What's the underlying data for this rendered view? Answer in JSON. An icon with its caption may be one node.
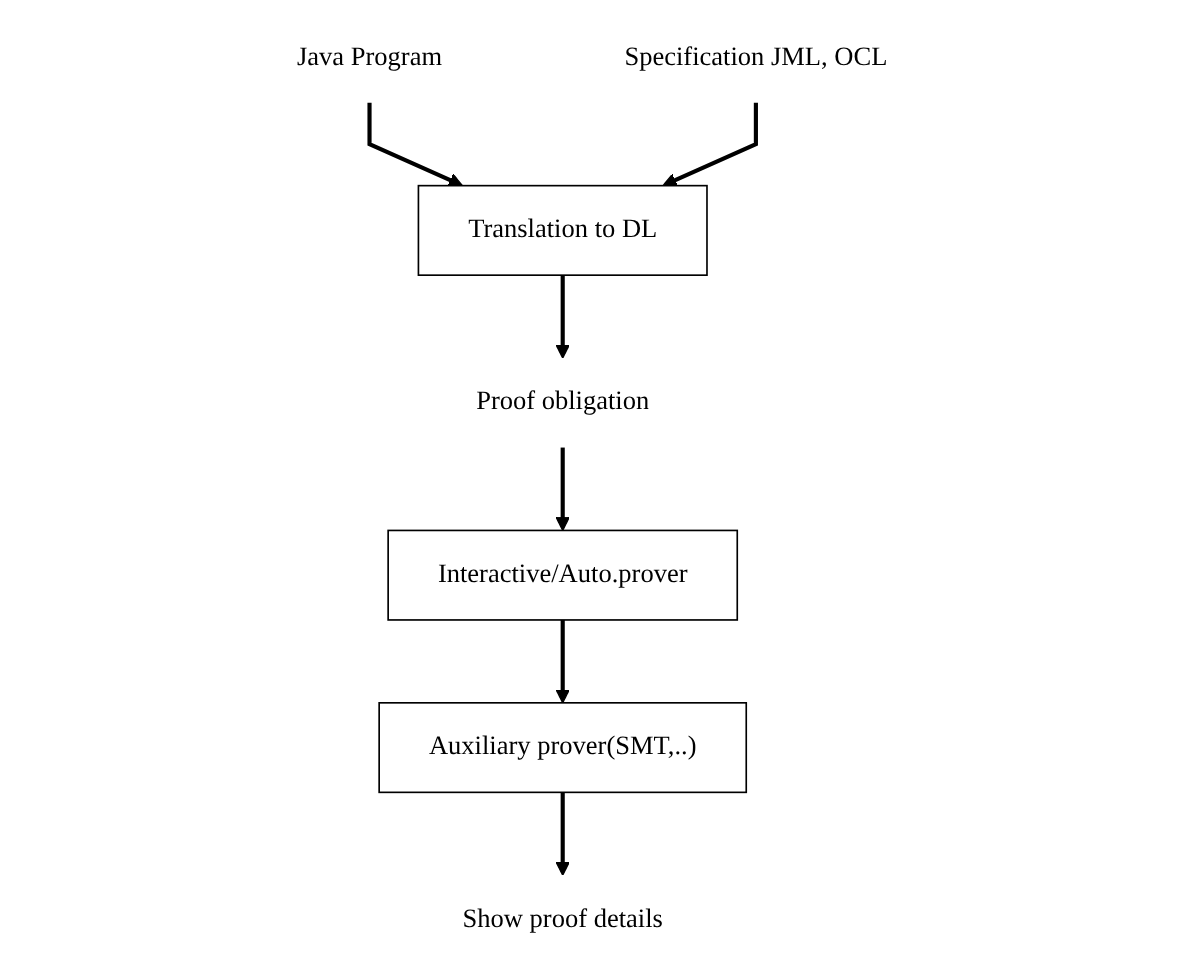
{
  "diagram": {
    "nodes": [
      {
        "text": [
          "Translation to DL"
        ]
      },
      {
        "text": [
          "Java Program"
        ]
      },
      {
        "text": [
          "Specification JML, OCL"
        ]
      },
      {
        "text": [
          "Proof obligation"
        ]
      },
      {
        "text": [
          "Interactive/Auto.prover"
        ]
      },
      {
        "text": [
          "Auxiliary prover(SMT,..)"
        ]
      },
      {
        "text": [
          "Show proof details"
        ]
      }
    ],
    "edges": [
      {
        "from": 1,
        "to": 0,
        "arrow": "to"
      },
      {
        "from": 2,
        "to": 0,
        "arrow": "to"
      },
      {
        "from": 0,
        "to": 3,
        "arrow": "to"
      },
      {
        "from": 3,
        "to": 4,
        "arrow": "to"
      },
      {
        "from": 4,
        "to": 5,
        "arrow": "to"
      },
      {
        "from": 5,
        "to": 6,
        "arrow": "to"
      }
    ]
  }
}
